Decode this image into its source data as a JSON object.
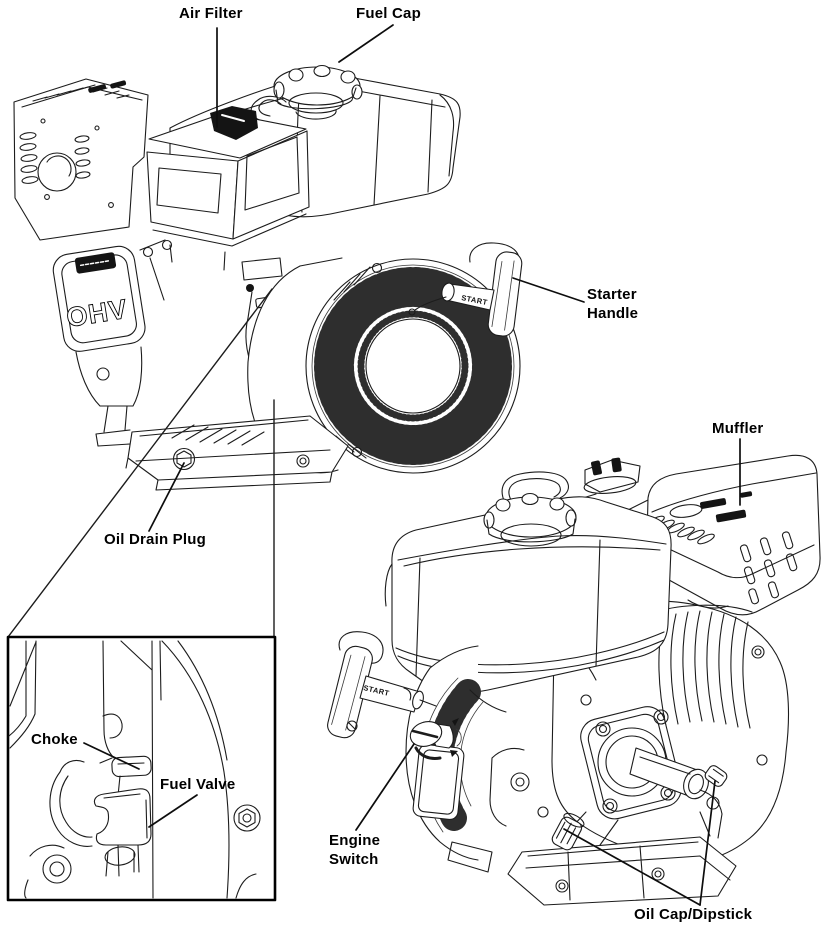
{
  "diagram": {
    "type": "engine-parts-callout-diagram",
    "labels": {
      "air_filter": "Air Filter",
      "fuel_cap": "Fuel Cap",
      "starter_handle": "Starter\nHandle",
      "muffler": "Muffler",
      "oil_drain_plug": "Oil Drain Plug",
      "choke": "Choke",
      "fuel_valve": "Fuel Valve",
      "engine_switch": "Engine\nSwitch",
      "oil_cap_dipstick": "Oil Cap/Dipstick"
    },
    "engraved": {
      "ohv": "OHV",
      "start": "START"
    },
    "colors": {
      "line": "#1c1c1c",
      "label_text": "#000000",
      "background": "#ffffff"
    }
  }
}
